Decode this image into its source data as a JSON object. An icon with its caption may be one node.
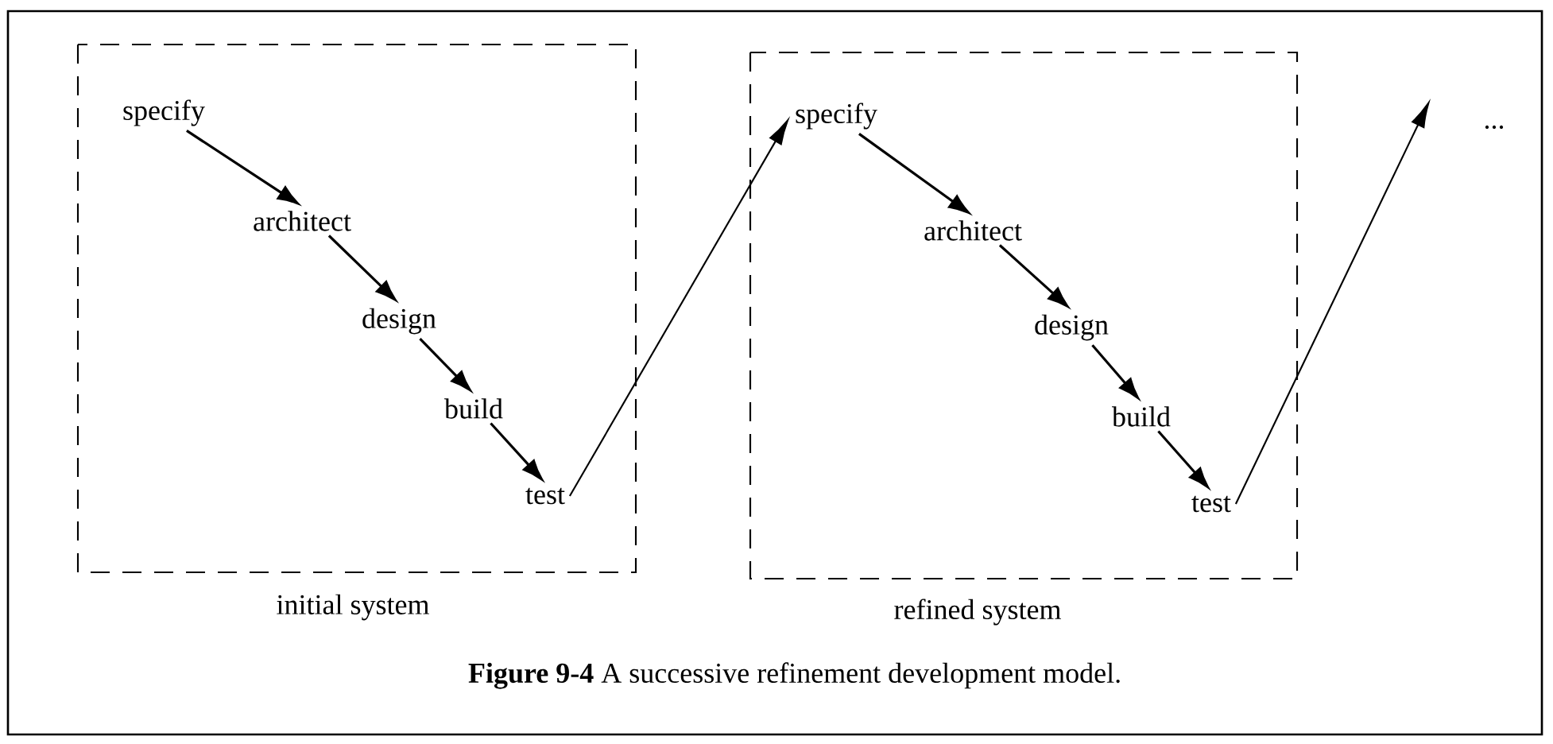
{
  "diagram": {
    "caption": "**Figure 9-4** A successive refinement development model.",
    "nodes": [
      {
        "text": [
          "initial system"
        ]
      },
      {
        "text": [
          "specify"
        ],
        "in": 0
      },
      {
        "text": [
          "architect"
        ],
        "in": 0
      },
      {
        "text": [
          "design"
        ],
        "in": 0
      },
      {
        "text": [
          "build"
        ],
        "in": 0
      },
      {
        "text": [
          "test"
        ],
        "in": 0
      },
      {
        "text": [
          "refined system"
        ]
      },
      {
        "text": [
          "specify"
        ],
        "in": 6
      },
      {
        "text": [
          "architect"
        ],
        "in": 6
      },
      {
        "text": [
          "design"
        ],
        "in": 6
      },
      {
        "text": [
          "build"
        ],
        "in": 6
      },
      {
        "text": [
          "test"
        ],
        "in": 6
      }
    ],
    "edges": [
      {
        "from": 1,
        "to": 2,
        "arrow": "to"
      },
      {
        "from": 2,
        "to": 3,
        "arrow": "to"
      },
      {
        "from": 3,
        "to": 4,
        "arrow": "to"
      },
      {
        "from": 4,
        "to": 5,
        "arrow": "to"
      },
      {
        "from": 5,
        "to": 7,
        "arrow": "to"
      },
      {
        "from": 7,
        "to": 8,
        "arrow": "to"
      },
      {
        "from": 8,
        "to": 9,
        "arrow": "to"
      },
      {
        "from": 9,
        "to": 10,
        "arrow": "to"
      },
      {
        "from": 10,
        "to": 11,
        "arrow": "to"
      },
      {
        "from": 11,
        "to": null,
        "arrow": "to"
      }
    ],
    "labels": [
      "..."
    ]
  }
}
